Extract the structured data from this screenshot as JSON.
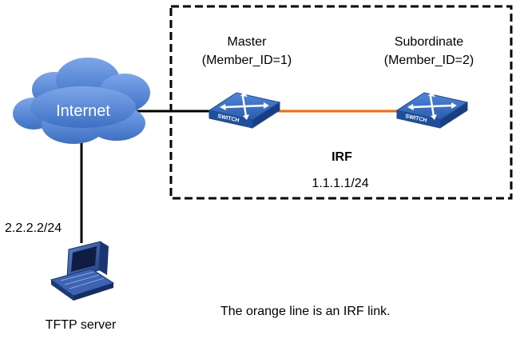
{
  "irf": {
    "label": "IRF",
    "ip": "1.1.1.1/24"
  },
  "master": {
    "name": "Master",
    "member_id": "(Member_ID=1)",
    "badge": "SWITCH"
  },
  "subordinate": {
    "name": "Subordinate",
    "member_id": "(Member_ID=2)",
    "badge": "SWITCH"
  },
  "internet": {
    "label": "Internet"
  },
  "tftp": {
    "ip": "2.2.2.2/24",
    "label": "TFTP server"
  },
  "note": "The orange line is an IRF link.",
  "colors": {
    "irf_link": "#ff6600",
    "cloud": "#4f82d6",
    "switch": "#2f63b8",
    "cable": "#000000",
    "boundary": "#000000"
  },
  "icons": [
    "cloud-icon",
    "switch-icon",
    "computer-icon"
  ]
}
